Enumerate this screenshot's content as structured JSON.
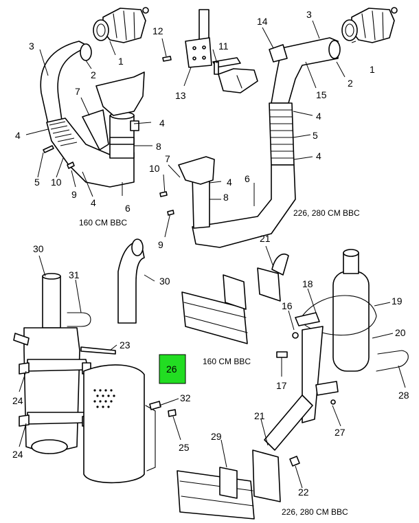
{
  "callouts": {
    "c1a": "1",
    "c2a": "2",
    "c3a": "3",
    "c4a": "4",
    "c4b": "4",
    "c4c": "4",
    "c5a": "5",
    "c10a": "10",
    "c9a": "9",
    "c7a": "7",
    "c8a": "8",
    "c6a": "6",
    "c12": "12",
    "c11": "11",
    "c13": "13",
    "c14": "14",
    "c3b": "3",
    "c1b": "1",
    "c2b": "2",
    "c15": "15",
    "c4d": "4",
    "c5b": "5",
    "c4e": "4",
    "c6b": "6",
    "c7b": "7",
    "c10b": "10",
    "c4f": "4",
    "c8b": "8",
    "c9b": "9",
    "c30a": "30",
    "c31": "31",
    "c30b": "30",
    "c23": "23",
    "c24a": "24",
    "c24b": "24",
    "c32": "32",
    "c25": "25",
    "c21a": "21",
    "c16": "16",
    "c18": "18",
    "c19": "19",
    "c20": "20",
    "c17": "17",
    "c28": "28",
    "c27": "27",
    "c21b": "21",
    "c29": "29",
    "c22": "22"
  },
  "highlight_label": "26",
  "captions": {
    "top_left": "160 CM BBC",
    "top_right": "226, 280 CM BBC",
    "mid": "160 CM BBC",
    "bottom_right": "226, 280 CM BBC"
  },
  "highlight_color": "#22dd22"
}
